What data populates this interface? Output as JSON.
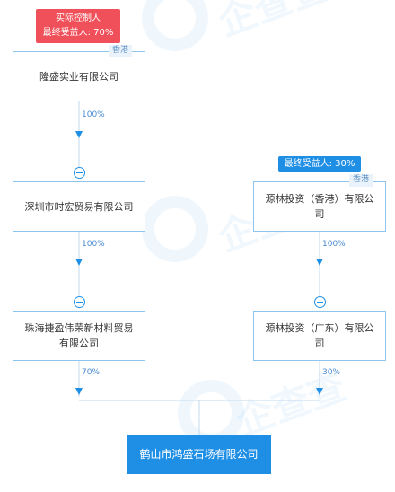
{
  "nodes": {
    "longsheng": {
      "name": "隆盛实业有限公司",
      "region_tag": "香港"
    },
    "shenzhen": {
      "name": "深圳市时宏贸易有限公司"
    },
    "yuanlin_hk": {
      "name_line1": "源林投资（香港）有限公",
      "name_line2": "司",
      "region_tag": "香港"
    },
    "zhuhai": {
      "name_line1": "珠海捷盈伟荣新材料贸易",
      "name_line2": "有限公司"
    },
    "yuanlin_gd": {
      "name": "源林投资（广东）有限公司"
    },
    "heshan": {
      "name": "鹤山市鸿盛石场有限公司"
    }
  },
  "badges": {
    "controller_line1": "实际控制人",
    "controller_line2": "最终受益人: 70%",
    "beneficiary": "最终受益人: 30%"
  },
  "edges": {
    "longsheng_to_shenzhen": "100%",
    "shenzhen_to_zhuhai": "100%",
    "yuanlin_hk_to_gd": "100%",
    "zhuhai_to_heshan": "70%",
    "yuanlin_gd_to_heshan": "30%"
  },
  "colors": {
    "node_border": "#8ec5ef",
    "accent_blue": "#1f8fe6",
    "controller_red": "#f0505a",
    "line_gray": "#c0d8ee"
  },
  "icons": {
    "collapse_toggle": "minus-circle-icon"
  },
  "watermark": "企查查"
}
